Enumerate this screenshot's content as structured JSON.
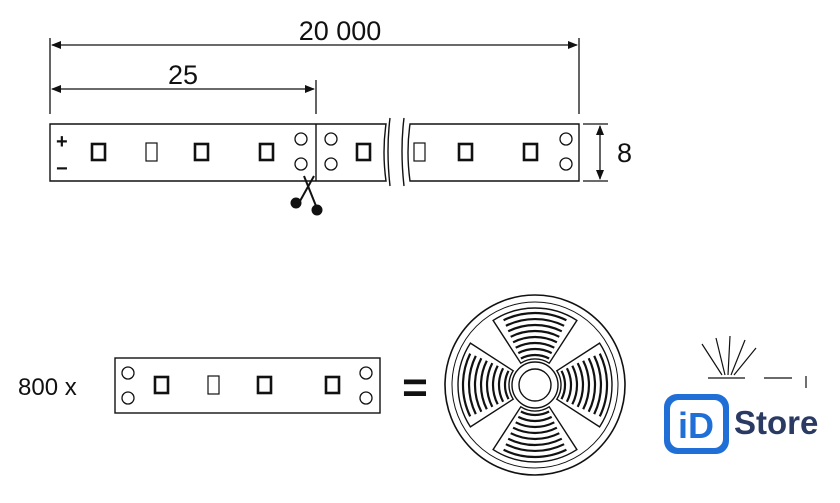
{
  "dimensions": {
    "total_length": "20 000",
    "segment_length": "25",
    "width": "8"
  },
  "strip_labels": {
    "plus": "+",
    "minus": "−"
  },
  "equation": {
    "count_label": "800 x",
    "equals": "="
  },
  "logo": {
    "mark": "iD",
    "name": "Store",
    "accent_color": "#1f6fd6"
  },
  "colors": {
    "line": "#111111",
    "background": "#ffffff"
  }
}
